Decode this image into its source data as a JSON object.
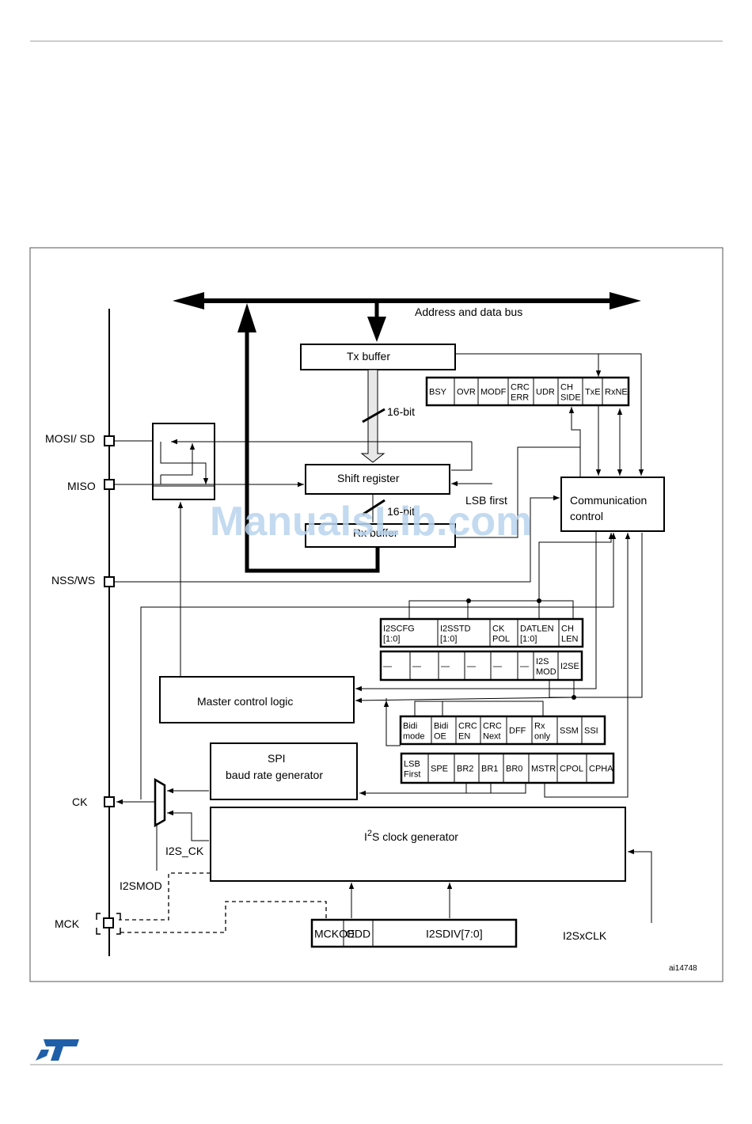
{
  "bus": {
    "label": "Address and data bus"
  },
  "blocks": {
    "tx_buffer": "Tx buffer",
    "shift_register": "Shift register",
    "rx_buffer": "Rx buffer",
    "communication_control": [
      "Communication",
      "control"
    ],
    "master_control_logic": "Master control logic",
    "spi_baud_rate_generator": [
      "SPI",
      "baud rate generator"
    ],
    "i2s_clock_generator": {
      "prefix": "I",
      "superscript": "2",
      "suffix": "S clock generator"
    }
  },
  "buses": {
    "width_tx": "16-bit",
    "width_rx": "16-bit"
  },
  "pins": {
    "mosi_sd": "MOSI/ SD",
    "miso": "MISO",
    "nss_ws": "NSS/WS",
    "ck": "CK",
    "mck": "MCK"
  },
  "signals": {
    "lsb_first": "LSB first",
    "i2s_ck": "I2S_CK",
    "i2smod": "I2SMOD",
    "i2sxclk": "I2SxCLK"
  },
  "registers": {
    "status": [
      [
        "BSY"
      ],
      [
        "OVR"
      ],
      [
        "MODF"
      ],
      [
        "CRC",
        "ERR"
      ],
      [
        "UDR"
      ],
      [
        "CH",
        "SIDE"
      ],
      [
        "TxE"
      ],
      [
        "RxNE"
      ]
    ],
    "i2scfgr_top": [
      [
        "I2SCFG",
        "[1:0]"
      ],
      [
        "I2SSTD",
        "[1:0]"
      ],
      [
        "CK",
        "POL"
      ],
      [
        "DATLEN",
        "[1:0]"
      ],
      [
        "CH",
        "LEN"
      ]
    ],
    "i2scfgr_bottom": [
      [
        "—"
      ],
      [
        "—"
      ],
      [
        "—"
      ],
      [
        "—"
      ],
      [
        "—"
      ],
      [
        "—"
      ],
      [
        "I2S",
        "MOD"
      ],
      [
        "I2SE"
      ]
    ],
    "cr_top": [
      [
        "Bidi",
        "mode"
      ],
      [
        "Bidi",
        "OE"
      ],
      [
        "CRC",
        "EN"
      ],
      [
        "CRC",
        "Next"
      ],
      [
        "DFF"
      ],
      [
        "Rx",
        "only"
      ],
      [
        "SSM"
      ],
      [
        "SSI"
      ]
    ],
    "cr_bottom": [
      [
        "LSB",
        "First"
      ],
      [
        "SPE"
      ],
      [
        "BR2"
      ],
      [
        "BR1"
      ],
      [
        "BR0"
      ],
      [
        "MSTR"
      ],
      [
        "CPOL"
      ],
      [
        "CPHA"
      ]
    ],
    "i2spr": [
      [
        "MCKOE"
      ],
      [
        "ODD"
      ],
      [
        "I2SDIV[7:0]"
      ]
    ]
  },
  "figure_id": "ai14748",
  "watermark": "ManualsLib.com",
  "colors": {
    "watermark": "#b9d4ee",
    "logo": "#1f5fa8"
  },
  "logo": {
    "name": "st-logo",
    "text": "ST"
  }
}
